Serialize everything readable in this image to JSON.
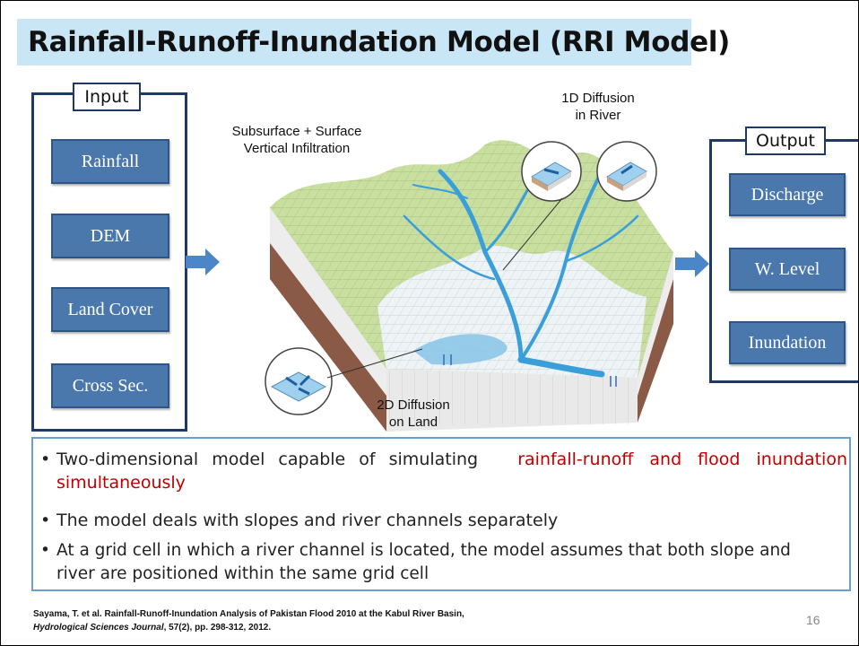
{
  "title": "Rainfall-Runoff-Inundation Model (RRI Model)",
  "input": {
    "heading": "Input",
    "items": [
      "Rainfall",
      "DEM",
      "Land Cover",
      "Cross Sec."
    ]
  },
  "output": {
    "heading": "Output",
    "items": [
      "Discharge",
      "W. Level",
      "Inundation"
    ]
  },
  "diagram": {
    "label_subsurface_1": "Subsurface + Surface",
    "label_subsurface_2": "Vertical Infiltration",
    "label_1d_1": "1D Diffusion",
    "label_1d_2": "in River",
    "label_2d_1": "2D Diffusion",
    "label_2d_2": "on Land"
  },
  "bullets": {
    "b1_part1": "Two-dimensional model capable of simulating",
    "b1_red_a": "rainfall-runoff and flood inundation",
    "b1_red_b": "simultaneously",
    "b2": "The model deals with slopes and river channels separately",
    "b3_line1": "At a grid cell in which a river channel is located, the model assumes that both slope and",
    "b3_line2": "river are positioned within the same grid cell"
  },
  "citation": {
    "line1": "Sayama, T. et al.  Rainfall-Runoff-Inundation Analysis of Pakistan Flood 2010 at the Kabul River Basin,",
    "journal": "Hydrological Sciences Journal",
    "line2_rest": ", 57(2), pp. 298-312, 2012."
  },
  "page_number": "16",
  "colors": {
    "title_bg": "#c9e6f6",
    "box_border": "#203864",
    "button_fill": "#4a78ad",
    "arrow": "#4a86c8",
    "highlight_red": "#c00000",
    "terrain_green": "#c9dfa0",
    "river_blue": "#3a9fd8",
    "soil_brown": "#8b5a46"
  }
}
